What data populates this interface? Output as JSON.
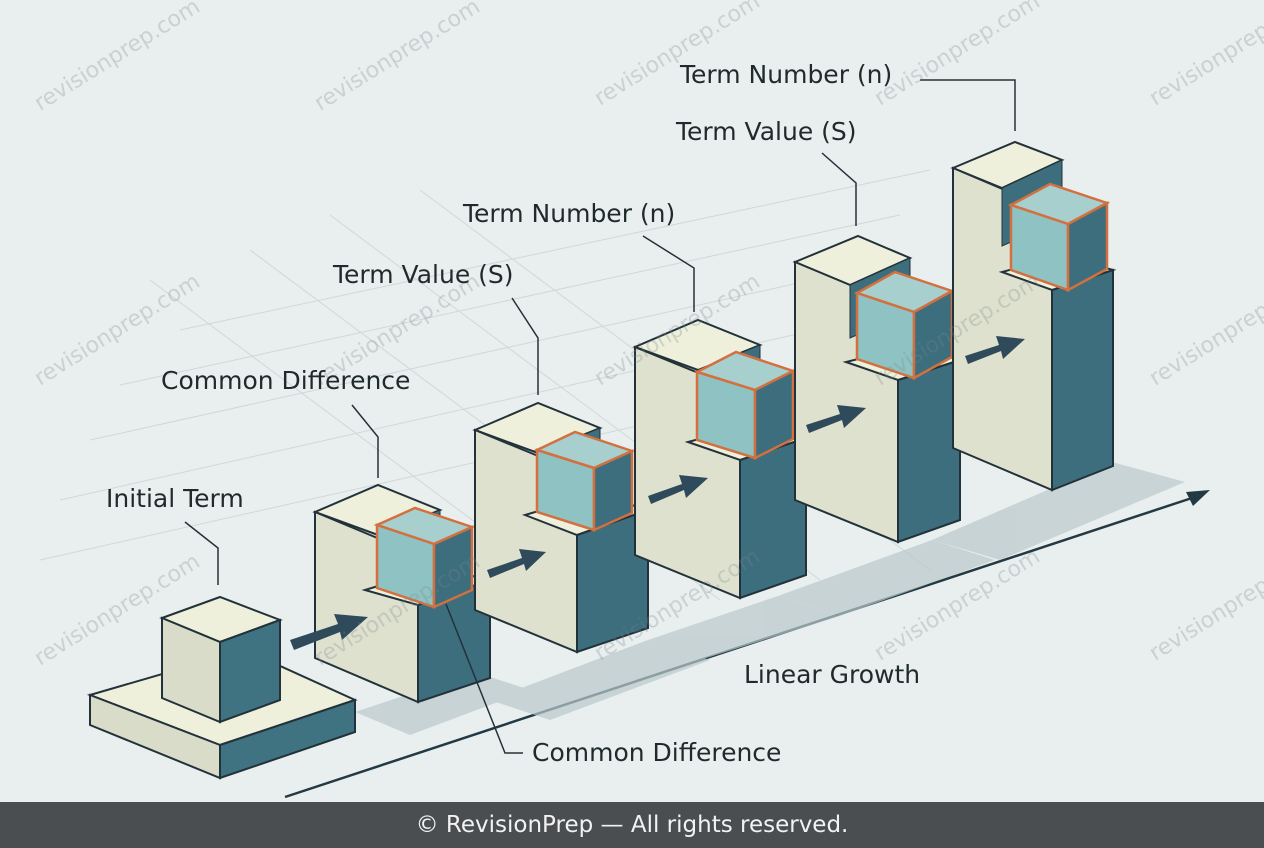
{
  "labels": {
    "term_number_1": "Term Number (n)",
    "term_value_1": "Term Value (S)",
    "term_number_2": "Term Number (n)",
    "term_value_2": "Term Value (S)",
    "common_difference_top": "Common Difference",
    "initial_term": "Initial Term",
    "common_difference_bottom": "Common Difference",
    "linear_growth": "Linear Growth"
  },
  "watermark": "revisionprep.com",
  "footer": "© RevisionPrep — All rights reserved.",
  "colors": {
    "background": "#e9eeee",
    "block_light": "#dfe1cf",
    "block_dark": "#3e6f7e",
    "highlight_cube": "#8fc3c3",
    "highlight_border": "#d2703f",
    "arrow": "#2f4a5a",
    "footer_bg": "#4a4e51"
  }
}
